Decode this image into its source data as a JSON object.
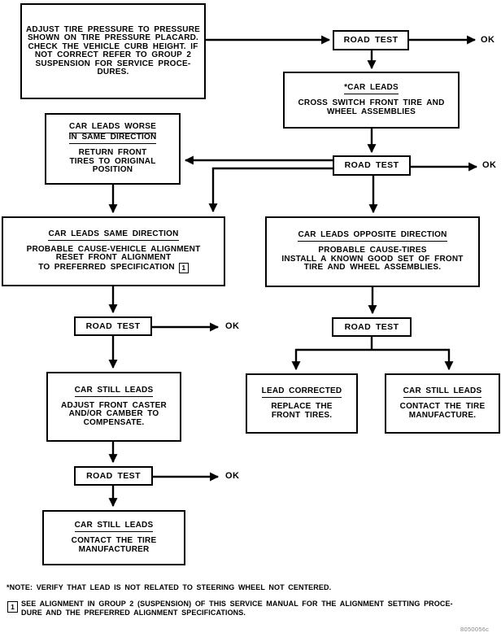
{
  "labels": {
    "road_test": "ROAD TEST",
    "ok": "OK",
    "ref_marker": "1",
    "figure_code": "8050056c"
  },
  "boxes": {
    "adjust_pressure": {
      "lines": [
        "ADJUST TIRE PRESSURE TO PRESSURE",
        "SHOWN ON TIRE PRESSURE PLACARD.",
        "CHECK THE VEHICLE CURB HEIGHT. IF",
        "NOT CORRECT REFER TO GROUP 2",
        "SUSPENSION FOR SERVICE PROCE-",
        "DURES."
      ]
    },
    "car_leads": {
      "title": "*CAR LEADS",
      "lines": [
        "CROSS SWITCH FRONT TIRE AND",
        "WHEEL ASSEMBLIES"
      ]
    },
    "car_leads_worse": {
      "title_lines": [
        "CAR LEADS WORSE",
        "IN SAME DIRECTION"
      ],
      "lines": [
        "RETURN FRONT",
        "TIRES TO ORIGINAL",
        "POSITION"
      ]
    },
    "car_leads_same": {
      "title": "CAR LEADS SAME DIRECTION",
      "lines": [
        "PROBABLE CAUSE-VEHICLE ALIGNMENT",
        "RESET FRONT ALIGNMENT",
        "TO PREFERRED SPECIFICATION"
      ],
      "ref": "1"
    },
    "car_leads_opposite": {
      "title": "CAR LEADS OPPOSITE DIRECTION",
      "lines": [
        "PROBABLE CAUSE-TIRES",
        "INSTALL A KNOWN GOOD SET OF FRONT",
        "TIRE AND WHEEL ASSEMBLIES."
      ]
    },
    "car_still_leads_left": {
      "title": "CAR STILL LEADS",
      "lines": [
        "ADJUST FRONT CASTER",
        "AND/OR CAMBER TO",
        "COMPENSATE."
      ]
    },
    "car_still_leads_bottom": {
      "title": "CAR STILL LEADS",
      "lines": [
        "CONTACT THE TIRE",
        "MANUFACTURER"
      ]
    },
    "lead_corrected": {
      "title": "LEAD CORRECTED",
      "lines": [
        "REPLACE THE",
        "FRONT TIRES."
      ]
    },
    "car_still_leads_right": {
      "title": "CAR STILL LEADS",
      "lines": [
        "CONTACT THE TIRE",
        "MANUFACTURE."
      ]
    }
  },
  "footnotes": {
    "note": "*NOTE: VERIFY THAT LEAD IS NOT RELATED TO STEERING WHEEL NOT CENTERED.",
    "ref1_lines": [
      "SEE ALIGNMENT IN GROUP 2 (SUSPENSION) OF THIS SERVICE MANUAL FOR THE ALIGNMENT SETTING PROCE-",
      "DURE AND THE PREFERRED ALIGNMENT SPECIFICATIONS."
    ]
  },
  "colors": {
    "line": "#000000",
    "background": "#ffffff",
    "text": "#000000"
  }
}
